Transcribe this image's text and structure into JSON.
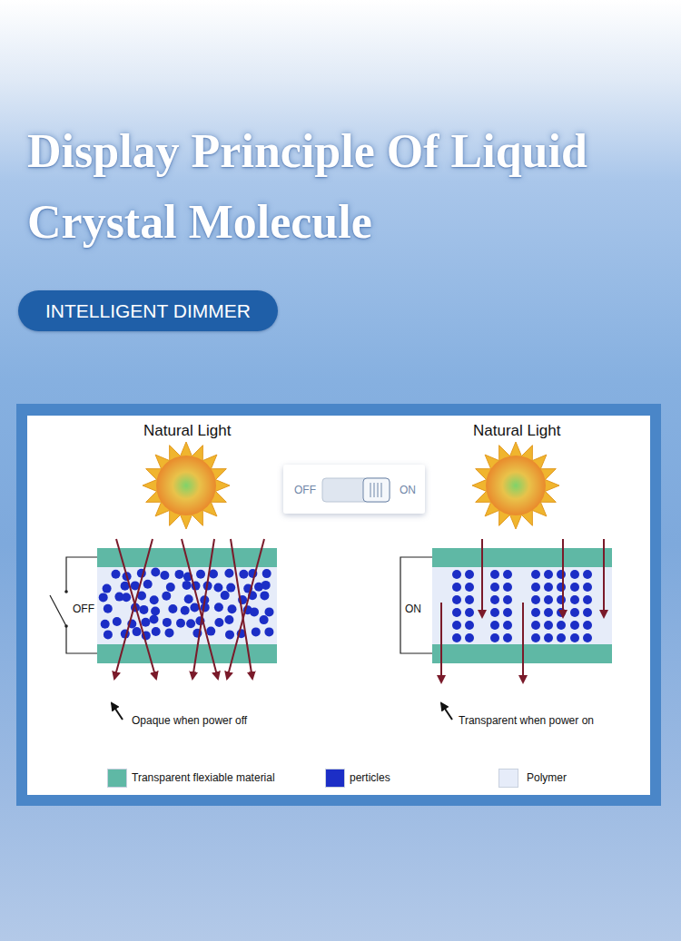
{
  "diagram": {
    "title": "Display Principle Of Liquid Crystal Molecule",
    "nodes": [
      {
        "text": [
          "INTELLIGENT DIMMER"
        ]
      }
    ],
    "labels": [
      "Natural Light",
      "OFF",
      "ON",
      "Natural Light",
      "OFF",
      "ON",
      "Opaque when power off",
      "Transparent when power on"
    ],
    "legend": [
      {
        "text": "Transparent flexiable material",
        "color": "#5fb8a5"
      },
      {
        "text": "perticles",
        "color": "#1c2ec6"
      },
      {
        "text": "Polymer",
        "color": "#e6ecf9"
      }
    ]
  }
}
